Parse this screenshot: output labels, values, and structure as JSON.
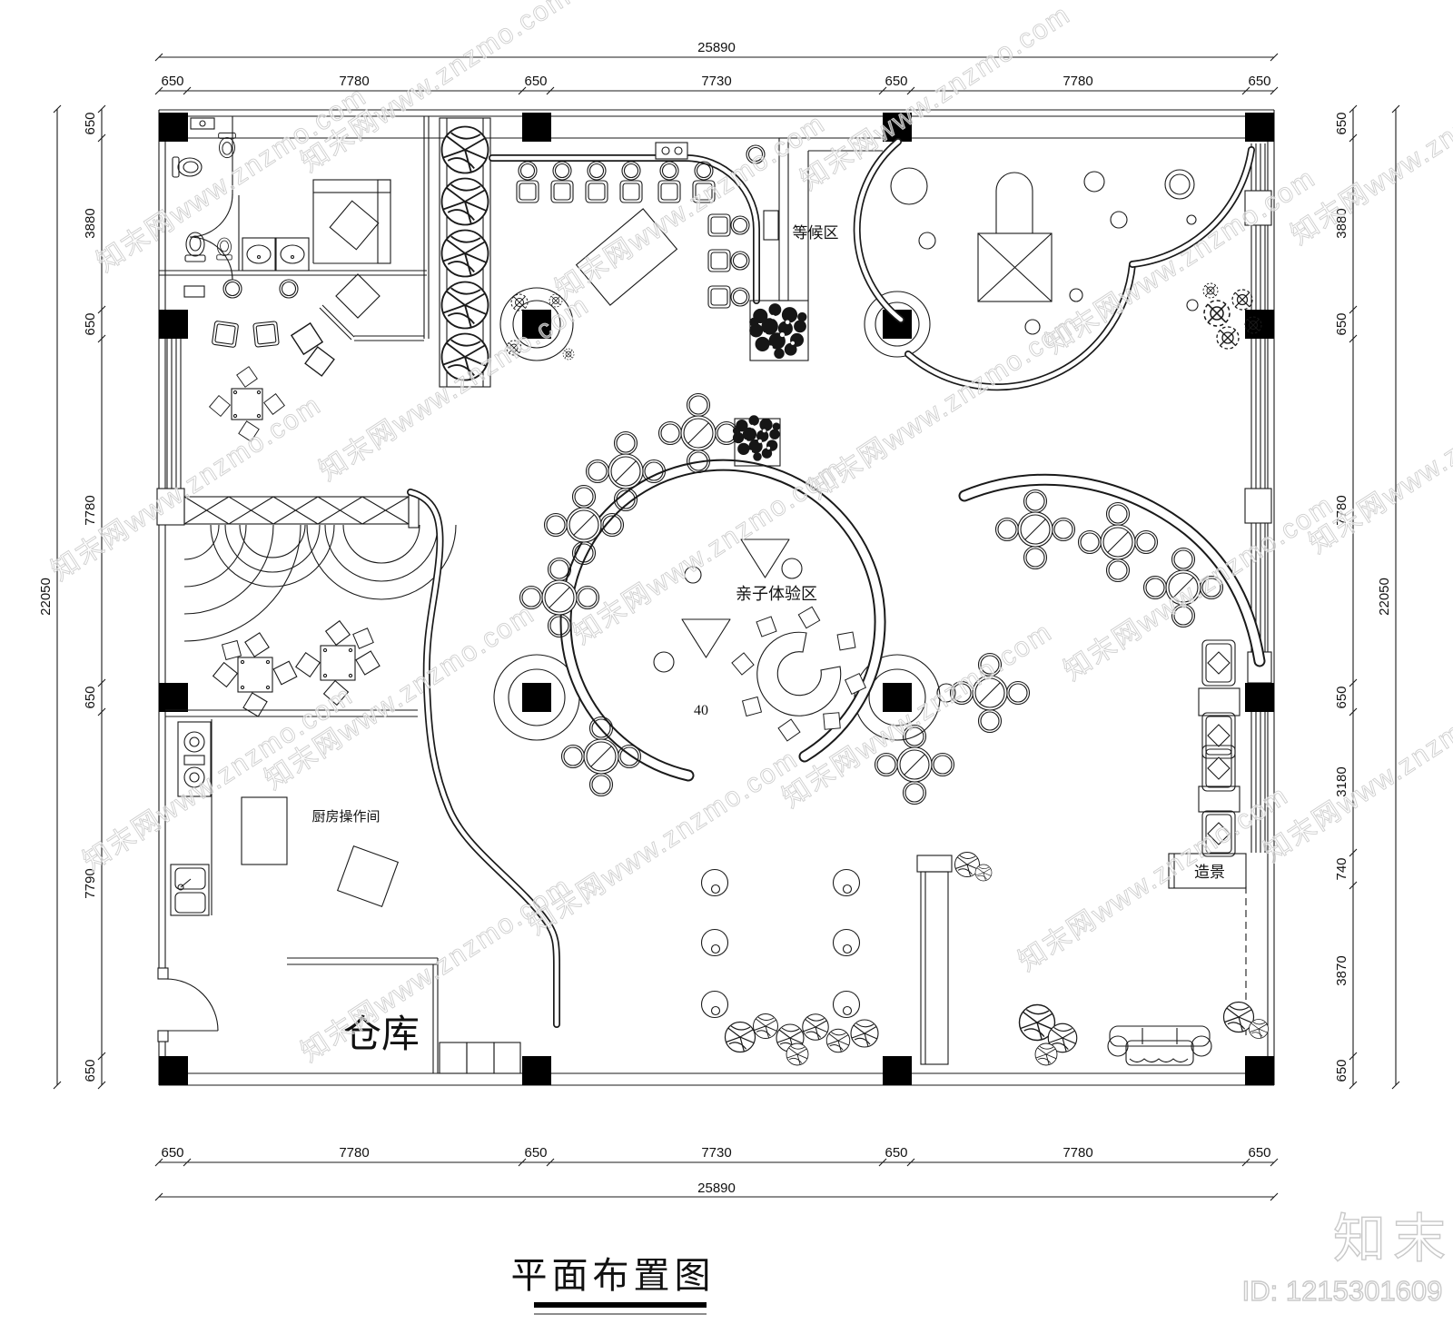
{
  "title": {
    "text": "平面布置图"
  },
  "brand": {
    "logo": "知末",
    "id_label": "ID: 1215301609",
    "watermark": "知末网www.znzmo.com"
  },
  "room_labels": {
    "waiting": "等候区",
    "experience": "亲子体验区",
    "experience_count": "40",
    "kitchen": "厨房操作间",
    "warehouse": "仓库",
    "landscape": "造景"
  },
  "dimensions": {
    "top": {
      "total": "25890",
      "segments": [
        "650",
        "7780",
        "650",
        "7730",
        "650",
        "7780",
        "650"
      ]
    },
    "bottom": {
      "total": "25890",
      "segments": [
        "650",
        "7780",
        "650",
        "7730",
        "650",
        "7780",
        "650"
      ]
    },
    "left": {
      "total": "22050",
      "segments": [
        "650",
        "3880",
        "650",
        "7780",
        "650",
        "7790",
        "650"
      ]
    },
    "right": {
      "total": "22050",
      "segments": [
        "650",
        "3880",
        "650",
        "7780",
        "650",
        "3180",
        "740",
        "3870",
        "650"
      ]
    }
  },
  "colors": {
    "line": "#1a1a1a",
    "column": "#000000",
    "watermark": "#cfcfcf",
    "background": "#ffffff"
  }
}
